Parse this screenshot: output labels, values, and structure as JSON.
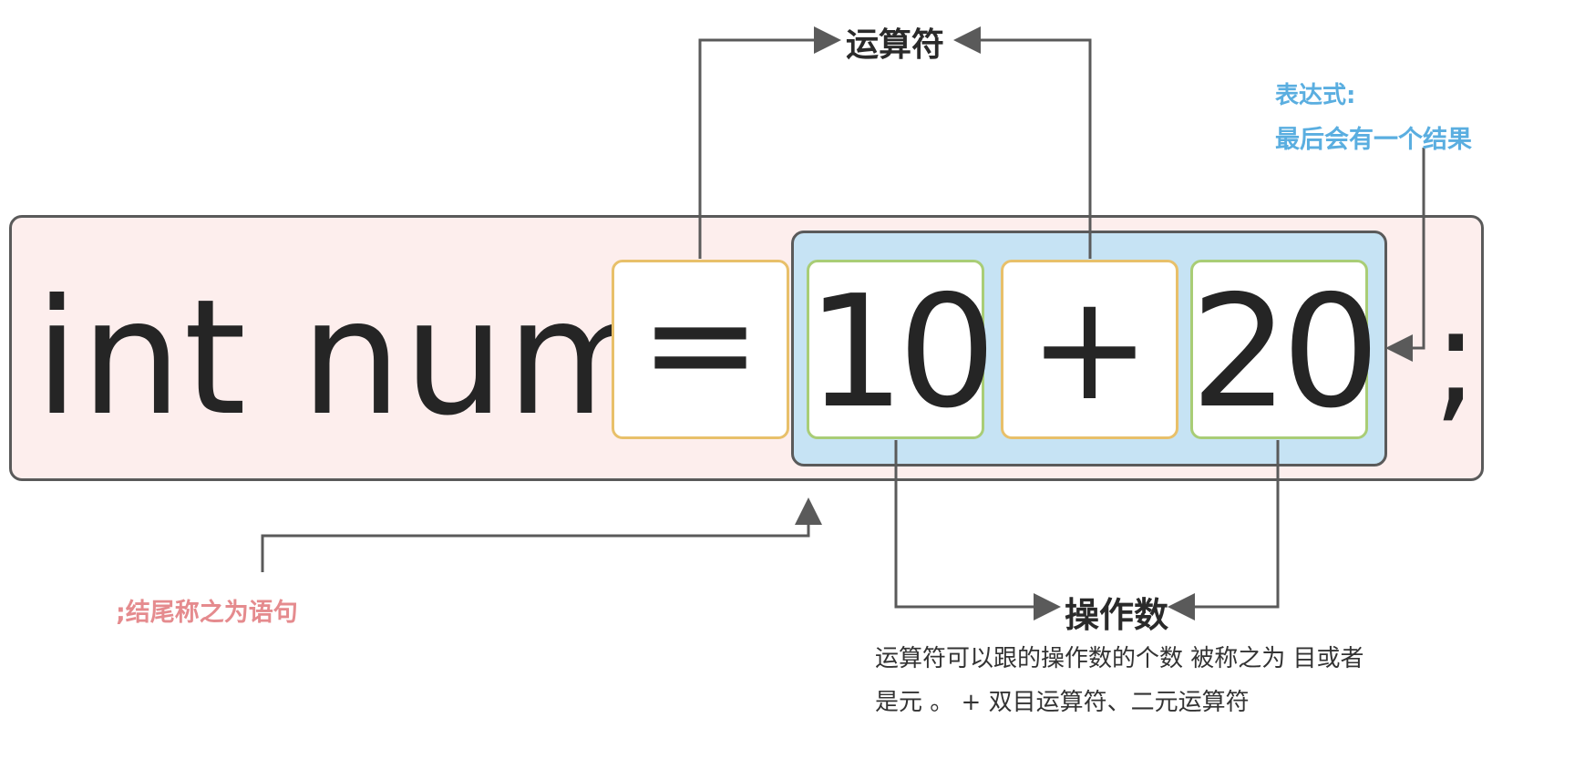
{
  "statement": {
    "left": "int num",
    "equals": "=",
    "operand1": "10",
    "plus": "+",
    "operand2": "20",
    "semicolon": ";"
  },
  "labels": {
    "operator": "运算符",
    "operand": "操作数",
    "expression_line1": "表达式:",
    "expression_line2": "最后会有一个结果",
    "statement_note": ";结尾称之为语句",
    "description_line1": "运算符可以跟的操作数的个数 被称之为 目或者",
    "description_line2": "是元 。 + 双目运算符、二元运算符"
  },
  "colors": {
    "statement_bg": "#fdeeed",
    "expression_bg": "#c6e3f4",
    "operator_border": "#e8c06a",
    "operand_border": "#a9cd76",
    "expression_label": "#5aaee0",
    "statement_label": "#e58b8e",
    "connector": "#5a5a5a"
  }
}
